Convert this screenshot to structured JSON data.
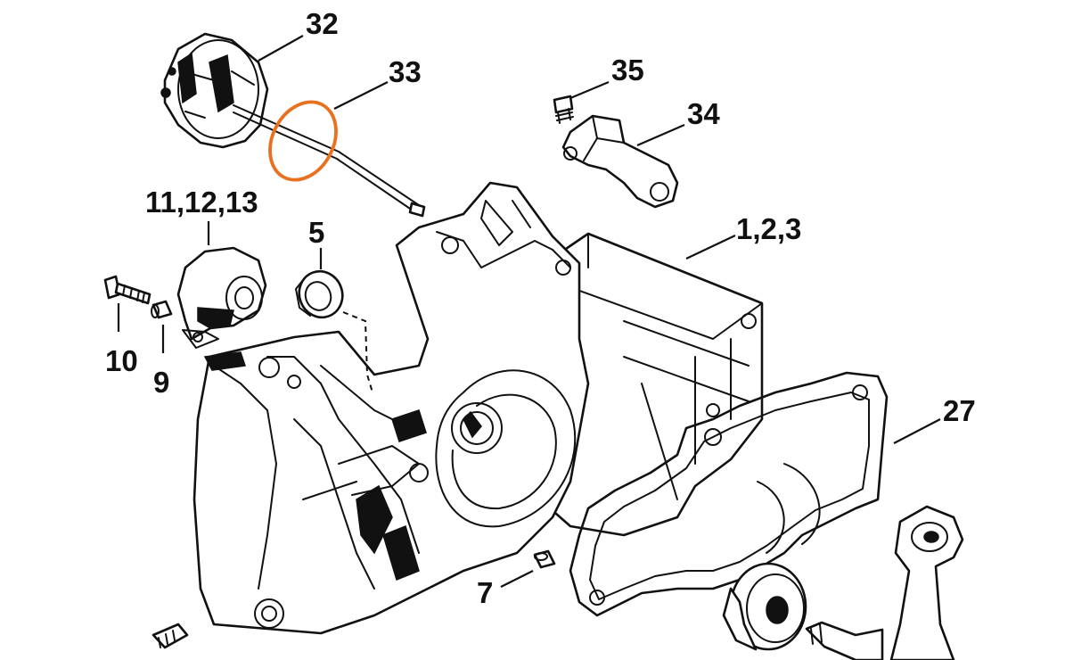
{
  "highlight_color": "#E8701F",
  "callouts": {
    "c32": "32",
    "c33": "33",
    "c35": "35",
    "c34": "34",
    "c11": "11,12,13",
    "c5": "5",
    "c123": "1,2,3",
    "c10": "10",
    "c9": "9",
    "c27": "27",
    "c7": "7"
  },
  "parts": [
    "starter-pawl-assembly",
    "o-ring",
    "screw",
    "bracket",
    "cover",
    "oil-seal",
    "bolt",
    "sleeve",
    "crankcase",
    "gasket",
    "dowel-pin",
    "ball-bearing",
    "crankshaft",
    "fitting"
  ]
}
